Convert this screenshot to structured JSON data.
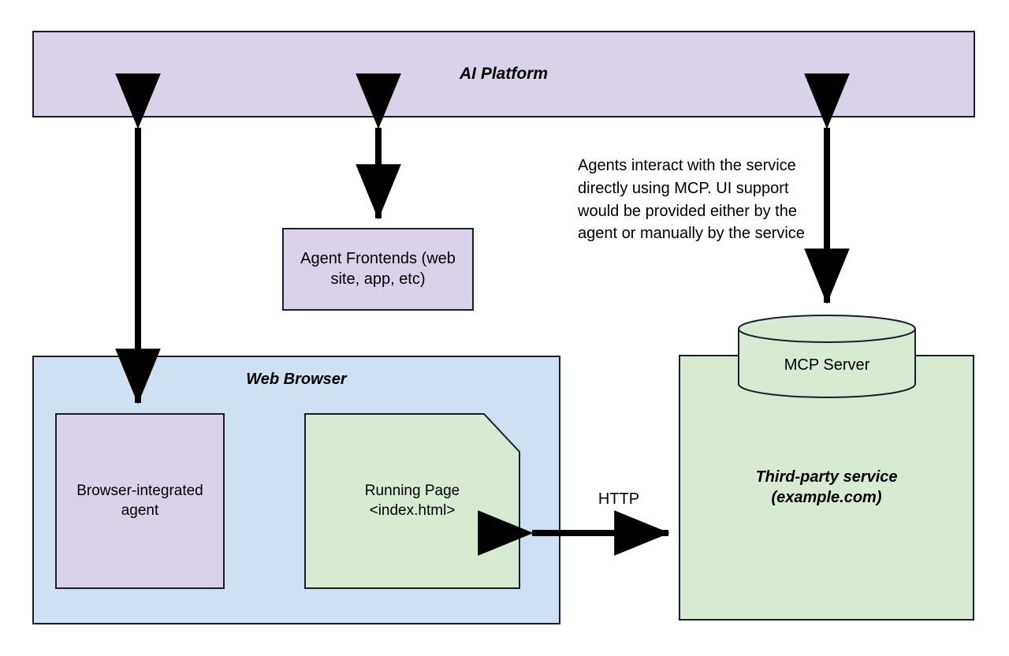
{
  "diagram": {
    "title_block": {
      "ai_platform": "AI Platform"
    },
    "nodes": {
      "ai_platform": "AI Platform",
      "agent_frontends": "Agent Frontends (web site, app, etc)",
      "web_browser": "Web Browser",
      "browser_agent": "Browser-integrated agent",
      "running_page": "Running Page\n<index.html>",
      "third_party": "Third-party service\n(example.com)",
      "mcp_server": "MCP Server"
    },
    "annotations": {
      "mcp_note": "Agents interact with the service directly using MCP. UI support would be provided either by the agent or manually by the service",
      "http_label": "HTTP"
    },
    "colors": {
      "purple_fill": "#d9d2e9",
      "blue_fill": "#cfe0f3",
      "green_fill": "#d9ead3",
      "stroke": "#16202c",
      "arrow": "#000000",
      "page_background": "#ffffff"
    },
    "edges": [
      {
        "name": "ai-platform-to-browser-agent",
        "from": "AI Platform",
        "to": "Browser-integrated agent",
        "direction": "bidirectional"
      },
      {
        "name": "ai-platform-to-agent-frontends",
        "from": "AI Platform",
        "to": "Agent Frontends (web site, app, etc)",
        "direction": "bidirectional"
      },
      {
        "name": "ai-platform-to-mcp-server",
        "from": "AI Platform",
        "to": "MCP Server",
        "direction": "bidirectional"
      },
      {
        "name": "running-page-to-third-party",
        "from": "Running Page <index.html>",
        "to": "Third-party service (example.com)",
        "direction": "bidirectional",
        "label": "HTTP"
      }
    ]
  }
}
